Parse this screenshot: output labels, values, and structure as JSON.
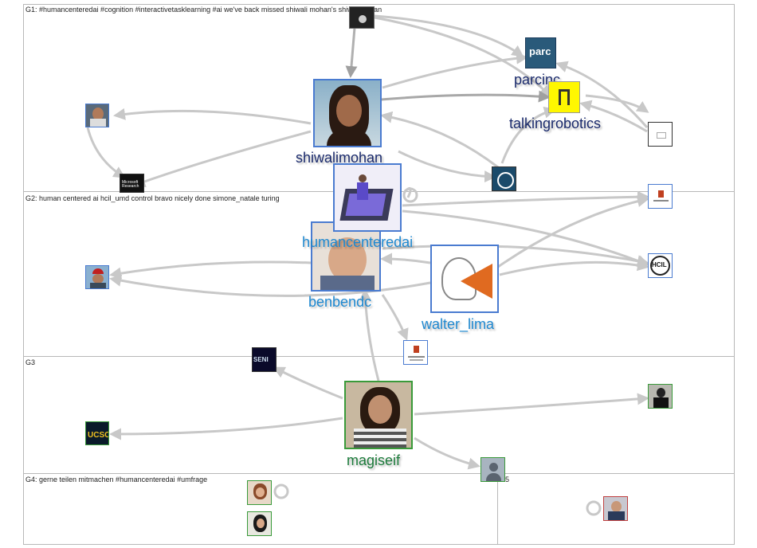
{
  "groups": [
    {
      "id": "G1",
      "label": "G1: #humancenteredai #cognition #interactivetasklearning #ai we've back missed shiwali mohan's shiwalimohan"
    },
    {
      "id": "G2",
      "label": "G2: human centered ai hcil_umd control bravo nicely done simone_natale turing"
    },
    {
      "id": "G3",
      "label": "G3"
    },
    {
      "id": "G4",
      "label": "G4: gerne teilen mitmachen #humancenteredai #umfrage"
    },
    {
      "id": "G5",
      "label": "G5"
    }
  ],
  "node_labels": {
    "shiwalimohan": "shiwalimohan",
    "parcinc": "parcinc",
    "talkingrobotics": "talkingrobotics",
    "humancenteredai": "humancenteredai",
    "benbendc": "benbendc",
    "walter_lima": "walter_lima",
    "magiseif": "magiseif"
  },
  "logos": {
    "parc": "parc",
    "microsoft": "Microsoft Research",
    "ucsc": "UCSC",
    "senior": "SENI",
    "hcil": "HCIL"
  },
  "colors": {
    "edge": "#c8c8c8",
    "edge_dark": "#a0a0a0",
    "g1_label": "#1a2a6c",
    "g2_label": "#1e88d0",
    "g3_label": "#1b7a3a",
    "node_border_blue": "#4a7bd0",
    "node_border_green": "#3a9a3a"
  }
}
